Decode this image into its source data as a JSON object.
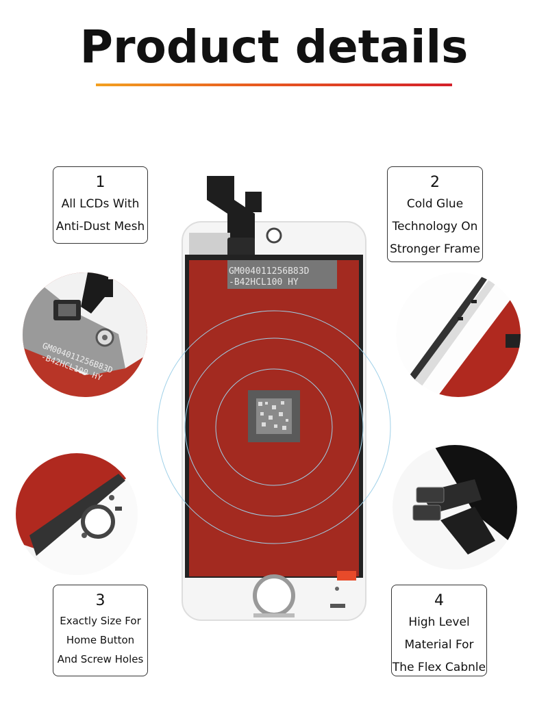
{
  "title": "Product details",
  "colors": {
    "accent_start": "#f3a020",
    "accent_end": "#d4202a",
    "lcd_red": "#a32a20",
    "frame_white": "#f5f5f5"
  },
  "features": [
    {
      "number": "1",
      "lines": [
        "All LCDs With",
        "Anti-Dust Mesh"
      ]
    },
    {
      "number": "2",
      "lines": [
        "Cold Glue",
        "Technology On",
        "Stronger Frame"
      ]
    },
    {
      "number": "3",
      "lines": [
        "Exactly Size For",
        "Home Button",
        "And Screw Holes"
      ]
    },
    {
      "number": "4",
      "lines": [
        "High Level",
        "Material For",
        "The Flex Cabnle"
      ]
    }
  ],
  "labels": {
    "serial_line1": "GM004011256B83D",
    "serial_line2": "-B42HCL100 HY"
  }
}
